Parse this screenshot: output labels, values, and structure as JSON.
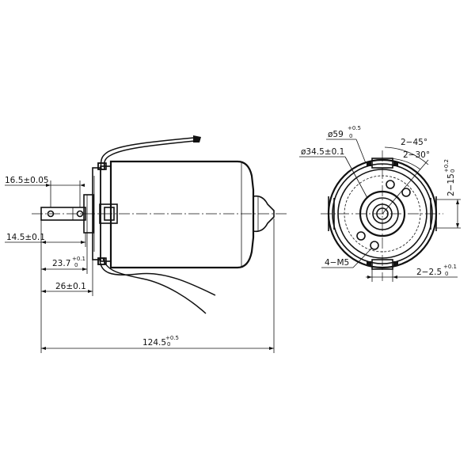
{
  "side_view": {
    "dim_a": "16.5±0.05",
    "dim_b": "14.5±0.1",
    "dim_c_base": "23.7",
    "dim_c_upper": "+0.1",
    "dim_c_lower": "0",
    "dim_d": "26±0.1",
    "dim_e_base": "124.5",
    "dim_e_upper": "+0.5",
    "dim_e_lower": "0"
  },
  "front_view": {
    "dia_outer_base": "ø59",
    "dia_outer_upper": "+0.5",
    "dia_outer_lower": "0",
    "dia_inner": "ø34.5±0.1",
    "angle_a": "2−45°",
    "angle_b": "2−30°",
    "height_base": "2−15",
    "height_upper": "+0.2",
    "height_lower": "0",
    "screw_label": "4−M5",
    "slot_base": "2−2.5",
    "slot_upper": "+0.1",
    "slot_lower": "0"
  }
}
